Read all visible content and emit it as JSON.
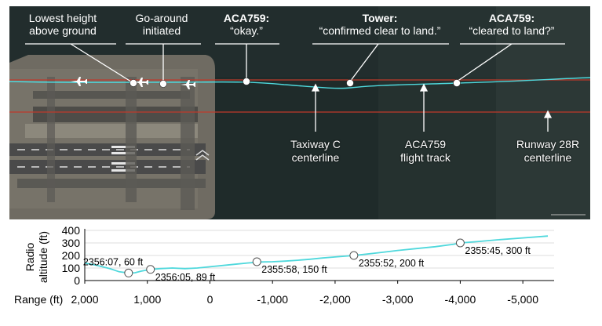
{
  "annotations": [
    {
      "id": "lowest",
      "lines": [
        "Lowest height",
        "above ground"
      ],
      "bold_first": false
    },
    {
      "id": "go-around",
      "lines": [
        "Go-around",
        "initiated"
      ],
      "bold_first": false
    },
    {
      "id": "aca-okay",
      "lines": [
        "ACA759:",
        "“okay.”"
      ],
      "bold_first": true
    },
    {
      "id": "tower",
      "lines": [
        "Tower:",
        "“confirmed clear to land.”"
      ],
      "bold_first": true
    },
    {
      "id": "aca-cleared",
      "lines": [
        "ACA759:",
        "“cleared to land?”"
      ],
      "bold_first": true
    }
  ],
  "map_labels": {
    "taxiway_c": [
      "Taxiway C",
      "centerline"
    ],
    "flight_track": [
      "ACA759",
      "flight track"
    ],
    "runway_28r": [
      "Runway 28R",
      "centerline"
    ]
  },
  "colors": {
    "track": "#4fd8dc",
    "centerline": "#c0392b",
    "water": "#1f2b2a",
    "land": "#6f6b62",
    "runway": "#4a4a4a"
  },
  "chart_data": {
    "type": "line",
    "ylabel": "Radio altitude (ft)",
    "xlabel": "Range (ft)",
    "x_ticks": [
      "2,000",
      "1,000",
      "0",
      "-1,000",
      "-2,000",
      "-3,000",
      "-4,000",
      "-5,000"
    ],
    "x_tick_values": [
      2000,
      1000,
      0,
      -1000,
      -2000,
      -3000,
      -4000,
      -5000
    ],
    "y_ticks": [
      "400",
      "300",
      "200",
      "100",
      "0"
    ],
    "y_tick_values": [
      400,
      300,
      200,
      100,
      0
    ],
    "xlim": [
      2000,
      -5500
    ],
    "ylim": [
      0,
      400
    ],
    "series": [
      {
        "x": [
          2000,
          1800,
          1600,
          1450,
          1300,
          1200,
          1100,
          950,
          800,
          600,
          400,
          200,
          0,
          -200,
          -400,
          -600,
          -800,
          -1000,
          -1200,
          -1400,
          -1600,
          -1800,
          -2000,
          -2200,
          -2400,
          -2700,
          -3000,
          -3300,
          -3600,
          -3900,
          -4000,
          -4300,
          -4600,
          -5000,
          -5400
        ],
        "y": [
          140,
          120,
          95,
          70,
          60,
          62,
          75,
          89,
          95,
          100,
          95,
          100,
          110,
          120,
          130,
          140,
          148,
          150,
          155,
          162,
          170,
          180,
          188,
          196,
          205,
          222,
          240,
          255,
          270,
          290,
          300,
          312,
          325,
          340,
          355
        ]
      }
    ],
    "markers": [
      {
        "x": 1300,
        "y": 60,
        "label": "2356:07, 60 ft"
      },
      {
        "x": 950,
        "y": 89,
        "label": "2356:05, 89 ft"
      },
      {
        "x": -750,
        "y": 150,
        "label": "2355:58, 150 ft"
      },
      {
        "x": -2300,
        "y": 200,
        "label": "2355:52, 200 ft"
      },
      {
        "x": -4000,
        "y": 300,
        "label": "2355:45, 300 ft"
      }
    ]
  }
}
